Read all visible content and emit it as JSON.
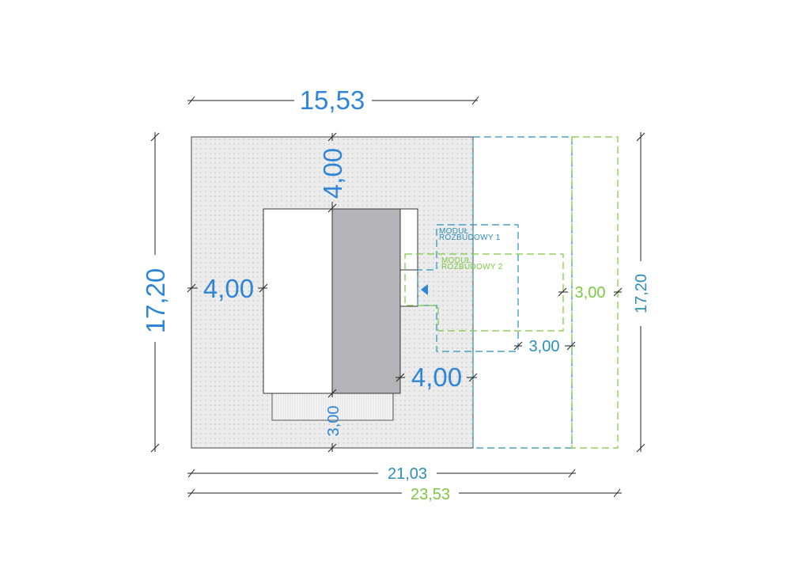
{
  "colors": {
    "blue": "#2f86d6",
    "teal": "#2b8fb8",
    "green": "#7ec83f",
    "plot_fill": "#e6e6e6",
    "building_gray": "#b4b4b8",
    "line": "#222222"
  },
  "dimensions": {
    "plot_width": "15,53",
    "plot_depth": "17,20",
    "front_setback": "4,00",
    "left_setback": "4,00",
    "right_setback": "4,00",
    "rear_setback": "3,00",
    "total_width_module1": "21,03",
    "total_width_module2": "23,53",
    "module1_right_setback": "3,00",
    "module2_right_setback": "3,00",
    "module_depth": "17,20"
  },
  "modules": {
    "module1_line1": "MODUŁ",
    "module1_line2": "ROZBUDOWY  1",
    "module2_line1": "MODUŁ",
    "module2_line2": "ROZBUDOWY  2"
  }
}
